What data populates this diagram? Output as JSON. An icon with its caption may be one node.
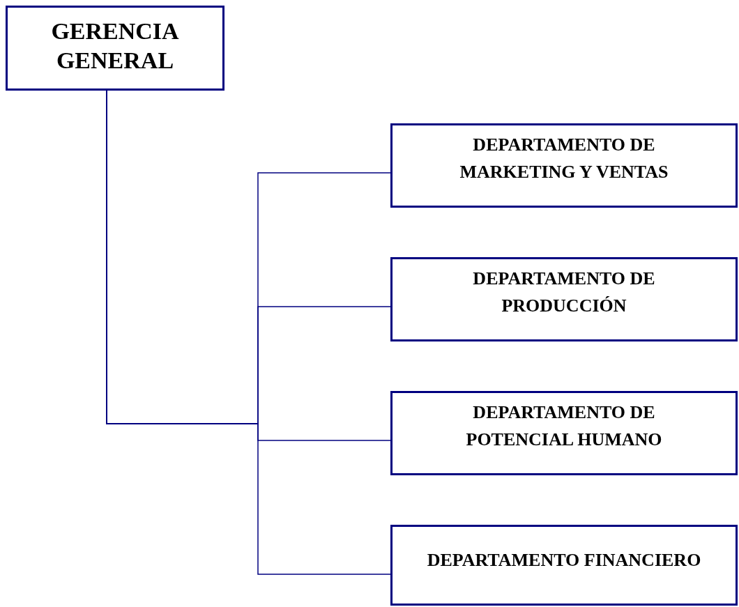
{
  "diagram": {
    "nodes": [
      {
        "text": [
          "GERENCIA GENERAL"
        ]
      },
      {
        "text": [
          "DEPARTAMENTO DE MARKETING Y VENTAS"
        ]
      },
      {
        "text": [
          "DEPARTAMENTO DE PRODUCCIÓN"
        ]
      },
      {
        "text": [
          "DEPARTAMENTO DE POTENCIAL HUMANO"
        ]
      },
      {
        "text": [
          "DEPARTAMENTO FINANCIERO"
        ]
      }
    ],
    "edges": [
      {
        "from": 0,
        "to": 1,
        "arrow": "none"
      },
      {
        "from": 0,
        "to": 2,
        "arrow": "none"
      },
      {
        "from": 0,
        "to": 3,
        "arrow": "none"
      },
      {
        "from": 0,
        "to": 4,
        "arrow": "none"
      }
    ]
  }
}
